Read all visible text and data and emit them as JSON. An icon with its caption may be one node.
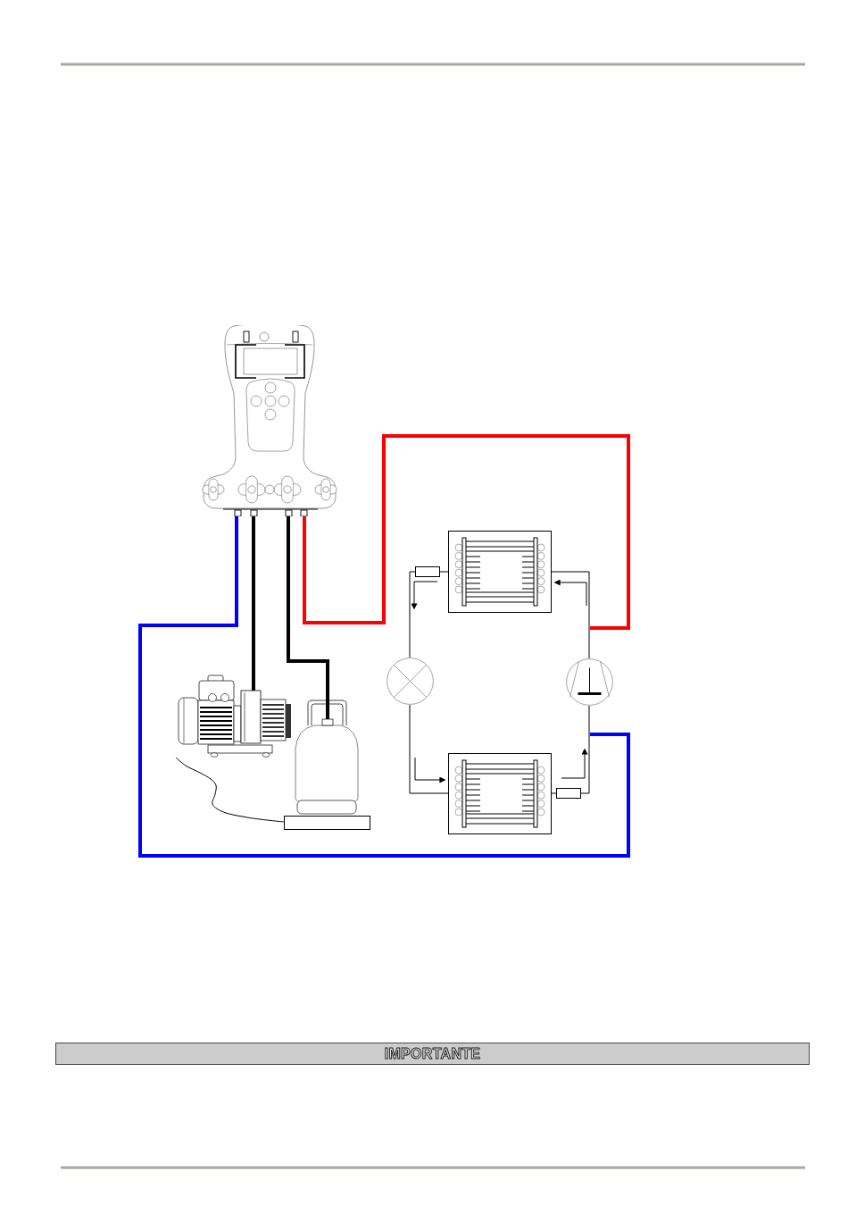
{
  "diagram": {
    "nodes": [
      {
        "text": [],
        "shape": "picture"
      },
      {
        "text": [],
        "shape": "picture"
      },
      {
        "text": [],
        "shape": "box"
      },
      {
        "text": [],
        "shape": "circle"
      },
      {
        "text": [],
        "shape": "circle"
      },
      {
        "text": [],
        "shape": "picture"
      },
      {
        "text": [],
        "shape": "cylinder"
      },
      {
        "text": [],
        "shape": "picture"
      },
      {
        "text": [],
        "shape": "box"
      },
      {
        "text": [],
        "shape": "box"
      },
      {
        "text": [
          "IMPORTANTE"
        ]
      }
    ],
    "edges": [
      {
        "from": 0,
        "to": null,
        "arrow": "none",
        "style": "thick",
        "color": "#0000ff"
      },
      {
        "from": 0,
        "to": 5,
        "arrow": "none",
        "style": "thick"
      },
      {
        "from": 0,
        "to": 6,
        "arrow": "none",
        "style": "thick"
      },
      {
        "from": 0,
        "to": null,
        "arrow": "none",
        "style": "thick",
        "color": "#ff0000"
      },
      {
        "from": 4,
        "to": 1,
        "arrow": "none"
      },
      {
        "from": 1,
        "to": 2,
        "arrow": "none"
      },
      {
        "from": 2,
        "to": 3,
        "arrow": "none"
      },
      {
        "from": 3,
        "to": 7,
        "arrow": "none"
      },
      {
        "from": 7,
        "to": 8,
        "arrow": "none"
      },
      {
        "from": 8,
        "to": 4,
        "arrow": "none"
      },
      {
        "from": 9,
        "to": 5,
        "arrow": "none"
      }
    ]
  }
}
